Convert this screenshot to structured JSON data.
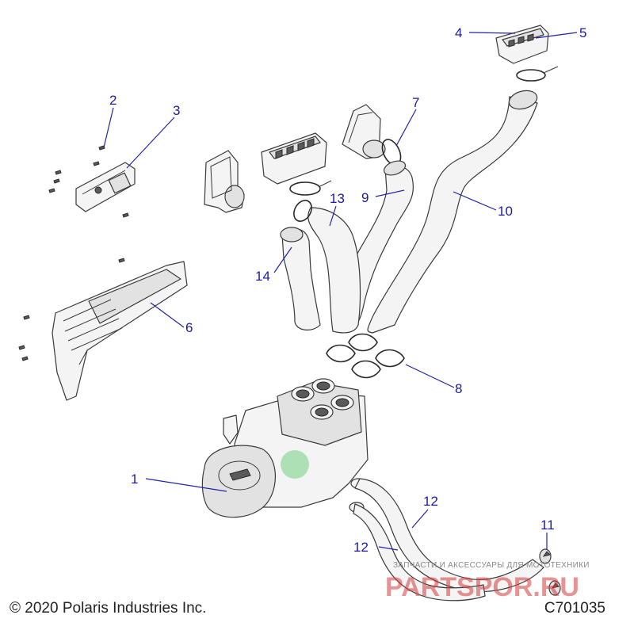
{
  "copyright": "© 2020 Polaris Industries Inc.",
  "figure_code": "C701035",
  "callouts": [
    {
      "id": "1",
      "label": "1"
    },
    {
      "id": "2",
      "label": "2"
    },
    {
      "id": "3",
      "label": "3"
    },
    {
      "id": "4",
      "label": "4"
    },
    {
      "id": "5",
      "label": "5"
    },
    {
      "id": "6",
      "label": "6"
    },
    {
      "id": "7",
      "label": "7"
    },
    {
      "id": "8",
      "label": "8"
    },
    {
      "id": "9",
      "label": "9"
    },
    {
      "id": "10",
      "label": "10"
    },
    {
      "id": "11",
      "label": "11"
    },
    {
      "id": "12a",
      "label": "12"
    },
    {
      "id": "12b",
      "label": "12"
    },
    {
      "id": "13",
      "label": "13"
    },
    {
      "id": "14",
      "label": "14"
    }
  ],
  "watermark": {
    "tagline": "ЗАПЧАСТИ И АКСЕССУАРЫ ДЛЯ МОТОТЕХНИКИ",
    "brand": "PARTSPOR.RU"
  },
  "colors": {
    "callout": "#1a1aa6",
    "leader": "#2222aa",
    "watermark": "#d63b3b"
  }
}
